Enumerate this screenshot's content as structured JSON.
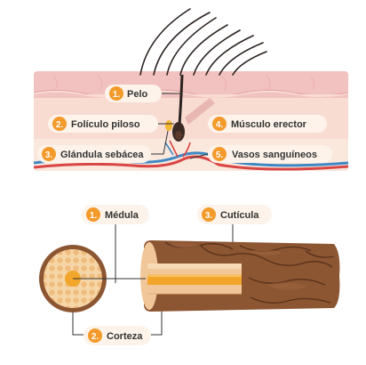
{
  "colors": {
    "badge": "#f39a2b",
    "badge_text": "#ffffff",
    "label_text": "#333333",
    "label_bg": "#fdf3ea",
    "skin_top": "#f2c5c3",
    "skin_mid": "#f6d6ce",
    "skin_low": "#f9e3d6",
    "hair": "#2b2320",
    "vessel_red": "#d94545",
    "vessel_blue": "#3f88c5",
    "gland": "#f5b731",
    "shaft_dark": "#6b3e20",
    "shaft_mid": "#8d5633",
    "cortex": "#f1c79a",
    "medulla": "#f2a72c",
    "leader": "#333333"
  },
  "skin_labels": [
    {
      "num": "1",
      "text": "Pelo"
    },
    {
      "num": "2",
      "text": "Folículo piloso"
    },
    {
      "num": "3",
      "text": "Glándula sebácea"
    },
    {
      "num": "4",
      "text": "Músculo erector"
    },
    {
      "num": "5",
      "text": "Vasos sanguíneos"
    }
  ],
  "hair_labels": [
    {
      "num": "1",
      "text": "Médula"
    },
    {
      "num": "2",
      "text": "Corteza"
    },
    {
      "num": "3",
      "text": "Cutícula"
    }
  ]
}
